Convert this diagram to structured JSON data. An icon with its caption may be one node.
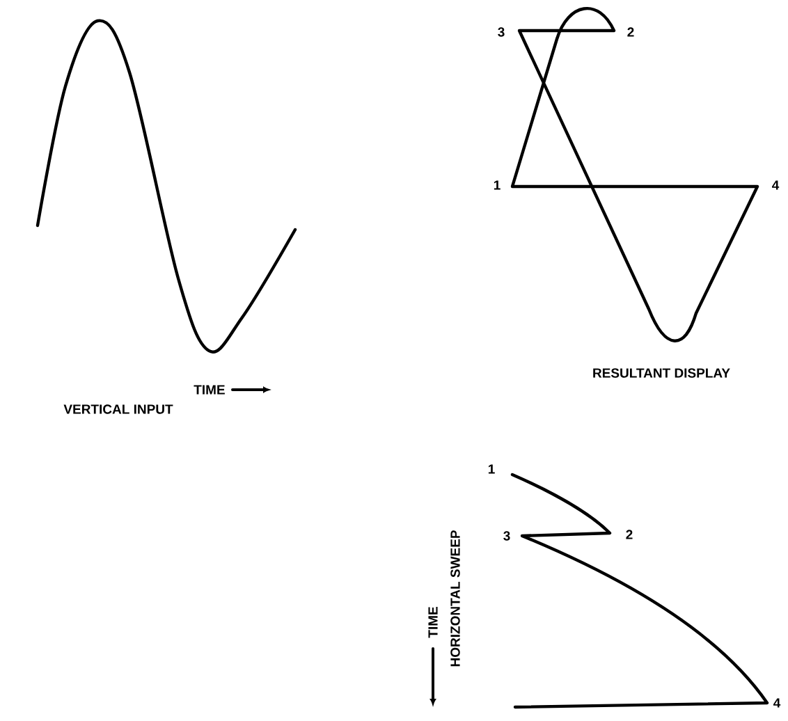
{
  "diagram": {
    "labels": [
      "3",
      "2",
      "1",
      "4",
      "TIME",
      "VERTICAL INPUT",
      "RESULTANT DISPLAY",
      "1",
      "3",
      "2",
      "4",
      "TIME",
      "HORIZONTAL SWEEP"
    ]
  }
}
